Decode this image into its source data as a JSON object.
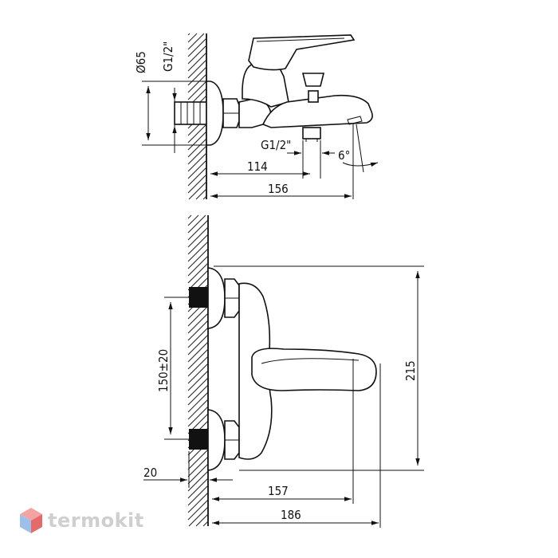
{
  "side_view": {
    "dim_diameter": "Ø65",
    "dim_thread_top": "G1/2\"",
    "dim_thread_bottom": "G1/2\"",
    "dim_angle": "6°",
    "dim_114": "114",
    "dim_156": "156"
  },
  "front_view": {
    "dim_150": "150±20",
    "dim_215": "215",
    "dim_20": "20",
    "dim_157": "157",
    "dim_186": "186"
  },
  "watermark": {
    "text": "termokit",
    "colors": {
      "logo_top": "#f3a3a3",
      "logo_left": "#9ec0e8",
      "logo_right": "#e36b6b"
    }
  }
}
